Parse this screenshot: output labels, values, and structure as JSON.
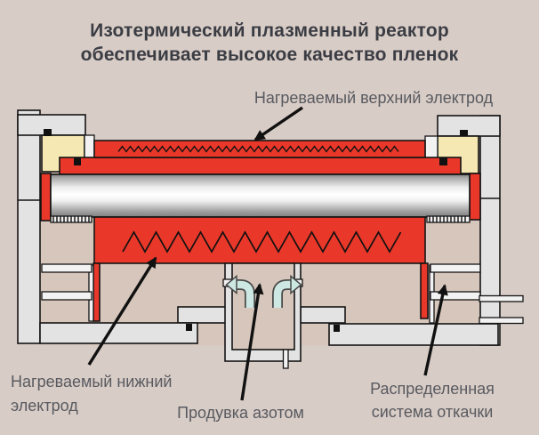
{
  "title": {
    "line1": "Изотермический плазменный реактор",
    "line2": "обеспечивает высокое качество пленок"
  },
  "labels": {
    "upper_electrode": "Нагреваемый верхний электрод",
    "lower_electrode_line1": "Нагреваемый нижний",
    "lower_electrode_line2": "электрод",
    "nitrogen_purge": "Продувка азотом",
    "pumping_line1": "Распределенная",
    "pumping_line2": "система откачки"
  },
  "colors": {
    "background": "#d8ccc6",
    "chamber_interior": "#d6c6bb",
    "metal_gray": "#e3e3e3",
    "metal_white": "#f2f2f2",
    "insulator_cream": "#f5e8b3",
    "electrode_red": "#e9382a",
    "gas_arrow_blue": "#cde8e3",
    "outline": "#141414",
    "title_text": "#3b3d44",
    "label_text": "#585a60"
  }
}
